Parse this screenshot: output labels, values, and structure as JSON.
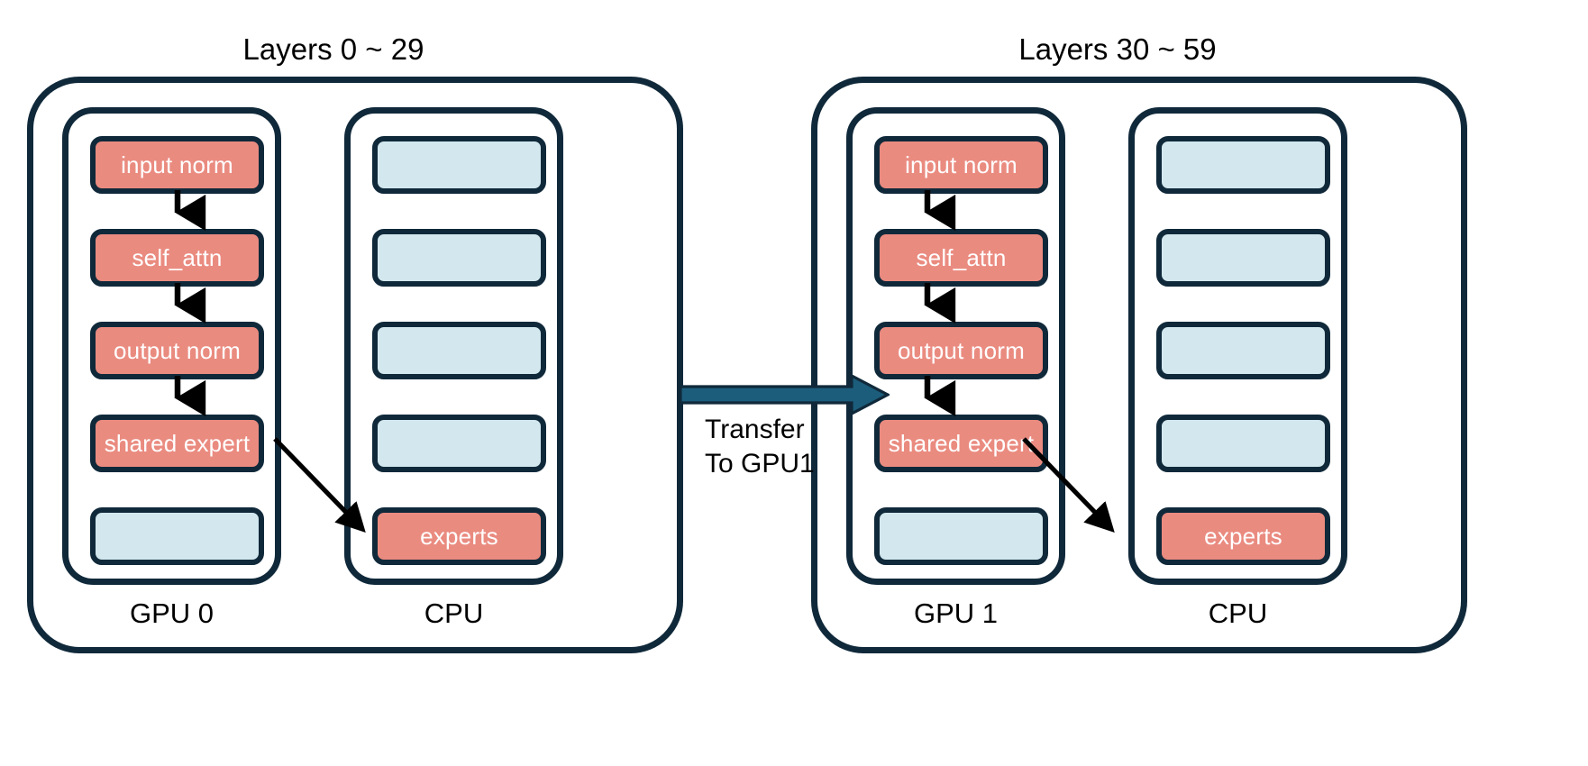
{
  "diagram": {
    "title_left": "Layers 0 ~ 29",
    "title_right": "Layers 30 ~ 59",
    "transfer": {
      "line1": "Transfer",
      "line2": "To GPU1",
      "arrow_color": "#1c5d7c",
      "arrow_border": "#10293a",
      "direction": "left-to-right"
    },
    "colors": {
      "compute_block": "#ea8b80",
      "idle_block": "#d2e8ee",
      "outline": "#10293a",
      "background": "#ffffff",
      "text_on_block": "#ffffff",
      "label_text": "#000000"
    },
    "groups": [
      {
        "id": "group-left",
        "title": "Layers 0 ~ 29",
        "panels": [
          {
            "id": "gpu0",
            "footer": "GPU 0",
            "blocks": [
              {
                "label": "input norm",
                "kind": "compute"
              },
              {
                "label": "self_attn",
                "kind": "compute"
              },
              {
                "label": "output norm",
                "kind": "compute"
              },
              {
                "label": "shared expert",
                "kind": "compute"
              },
              {
                "label": "",
                "kind": "idle"
              }
            ]
          },
          {
            "id": "cpu0",
            "footer": "CPU",
            "blocks": [
              {
                "label": "",
                "kind": "idle"
              },
              {
                "label": "",
                "kind": "idle"
              },
              {
                "label": "",
                "kind": "idle"
              },
              {
                "label": "",
                "kind": "idle"
              },
              {
                "label": "experts",
                "kind": "compute"
              }
            ]
          }
        ]
      },
      {
        "id": "group-right",
        "title": "Layers 30 ~ 59",
        "panels": [
          {
            "id": "gpu1",
            "footer": "GPU 1",
            "blocks": [
              {
                "label": "input norm",
                "kind": "compute"
              },
              {
                "label": "self_attn",
                "kind": "compute"
              },
              {
                "label": "output norm",
                "kind": "compute"
              },
              {
                "label": "shared expert",
                "kind": "compute"
              },
              {
                "label": "",
                "kind": "idle"
              }
            ]
          },
          {
            "id": "cpu1",
            "footer": "CPU",
            "blocks": [
              {
                "label": "",
                "kind": "idle"
              },
              {
                "label": "",
                "kind": "idle"
              },
              {
                "label": "",
                "kind": "idle"
              },
              {
                "label": "",
                "kind": "idle"
              },
              {
                "label": "experts",
                "kind": "compute"
              }
            ]
          }
        ]
      }
    ]
  }
}
